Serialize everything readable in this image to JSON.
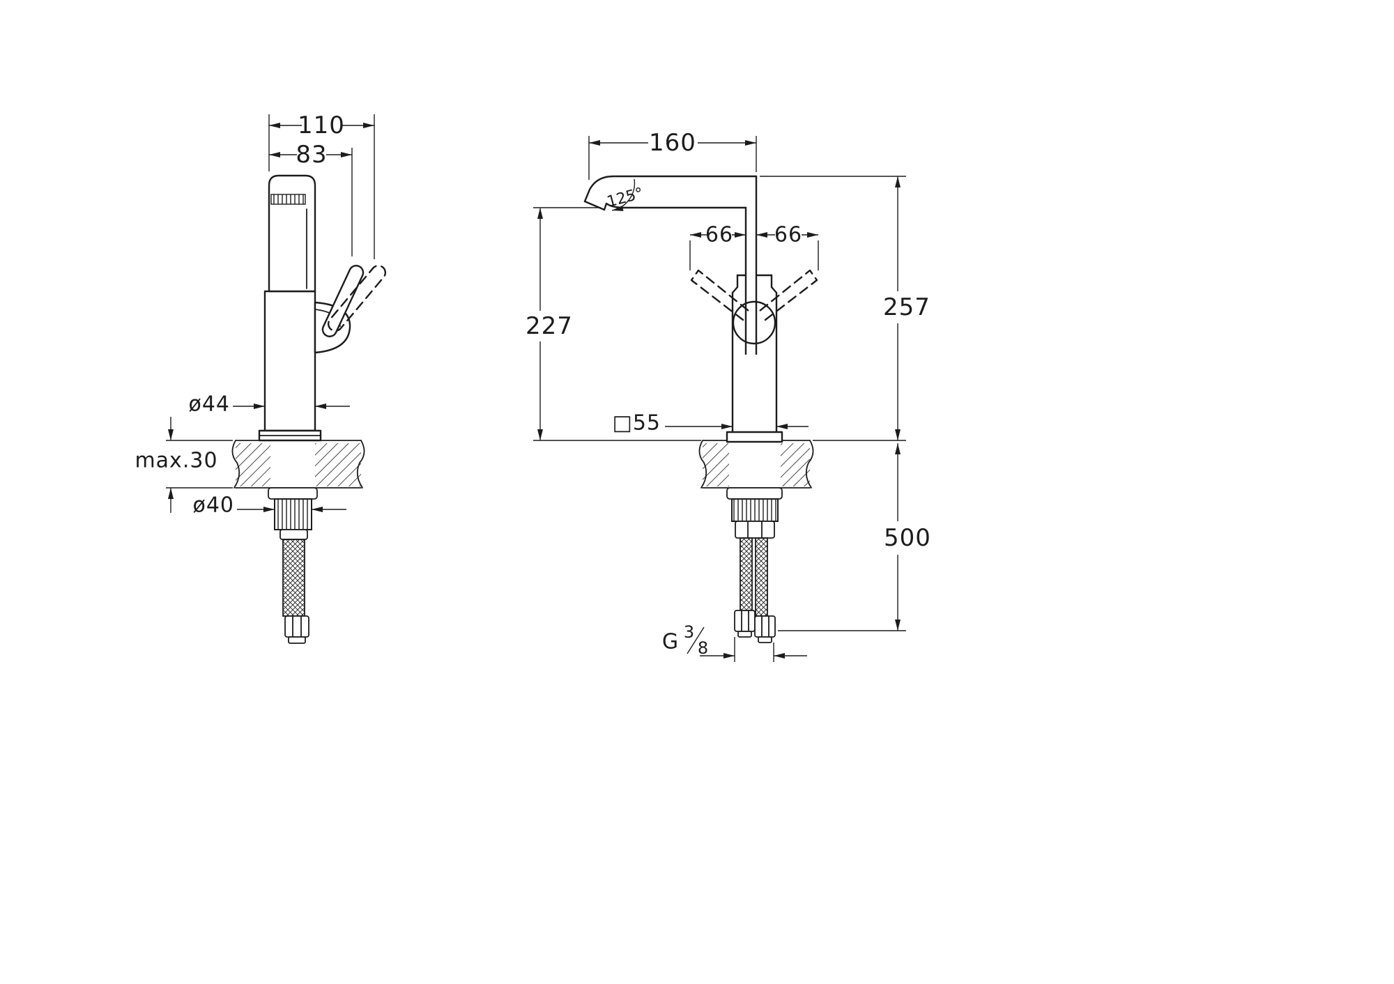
{
  "drawing": {
    "background_color": "#ffffff",
    "line_color": "#1c1c1c",
    "views": {
      "side": {
        "dims": {
          "overall_width": "110",
          "spout_width": "83",
          "body_diameter": "ø44",
          "max_deck_thickness": "max.30",
          "mounting_hole_diameter": "ø40"
        }
      },
      "front": {
        "dims": {
          "spout_reach": "160",
          "spout_angle": "125°",
          "handle_span_left": "66",
          "handle_span_right": "66",
          "spout_height": "227",
          "overall_height": "257",
          "body_width": "□55",
          "hose_length": "500",
          "connection_g": "G",
          "connection_num": "3",
          "connection_den": "8"
        }
      }
    }
  }
}
